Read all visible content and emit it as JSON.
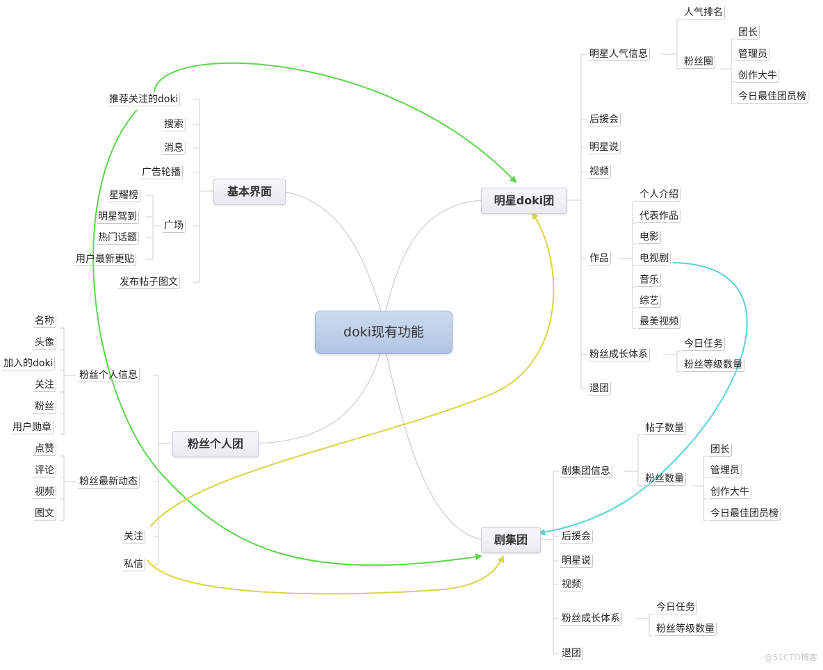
{
  "central": "doki现有功能",
  "branches": {
    "basic": {
      "title": "基本界面",
      "recommend": "推荐关注的doki",
      "search": "搜索",
      "message": "消息",
      "ad_carousel": "广告轮播",
      "plaza": {
        "title": "广场",
        "items": [
          "星耀榜",
          "明星驾到",
          "热门话题",
          "用户最新更贴"
        ]
      },
      "post": "发布帖子图文"
    },
    "star": {
      "title": "明星doki团",
      "popularity": {
        "title": "明星人气信息",
        "ranking": "人气排名",
        "fan_club": {
          "title": "粉丝圈",
          "items": [
            "团长",
            "管理员",
            "创作大牛",
            "今日最佳团员榜"
          ]
        }
      },
      "support": "后援会",
      "star_says": "明星说",
      "video": "视频",
      "works": {
        "title": "作品",
        "items": [
          "个人介绍",
          "代表作品",
          "电影",
          "电视剧",
          "音乐",
          "综艺",
          "最美视频"
        ]
      },
      "growth": {
        "title": "粉丝成长体系",
        "items": [
          "今日任务",
          "粉丝等级数量"
        ]
      },
      "quit": "退团"
    },
    "fan": {
      "title": "粉丝个人团",
      "info": {
        "title": "粉丝个人信息",
        "items": [
          "名称",
          "头像",
          "加入的doki",
          "关注",
          "粉丝",
          "用户勋章"
        ]
      },
      "activity": {
        "title": "粉丝最新动态",
        "items": [
          "点赞",
          "评论",
          "视频",
          "图文"
        ]
      },
      "follow": "关注",
      "dm": "私信"
    },
    "drama": {
      "title": "剧集团",
      "info": {
        "title": "剧集团信息",
        "posts": "帖子数量",
        "fans": {
          "title": "粉丝数量",
          "items": [
            "团长",
            "管理员",
            "创作大牛",
            "今日最佳团员榜"
          ]
        }
      },
      "support": "后援会",
      "star_says": "明星说",
      "video": "视频",
      "growth": {
        "title": "粉丝成长体系",
        "items": [
          "今日任务",
          "粉丝等级数量"
        ]
      },
      "quit": "退团"
    }
  },
  "colors": {
    "green": "#5cd64a",
    "yellow": "#d9d348",
    "cyan": "#5ad2d6",
    "branch": "#cfcfcf"
  },
  "watermark": "@51CTO博客"
}
